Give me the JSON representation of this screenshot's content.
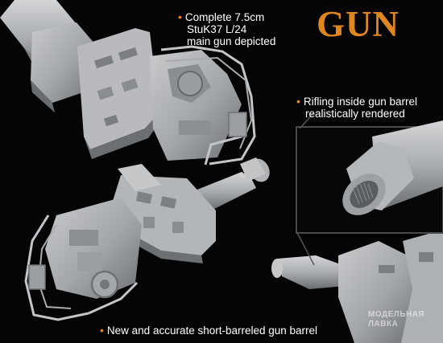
{
  "title": "GUN",
  "captions": {
    "main_gun": {
      "line1": "Complete 7.5cm",
      "line2": "StuK37 L/24",
      "line3": "main gun depicted"
    },
    "rifling": {
      "line1": "Rifling inside gun barrel",
      "line2": "realistically rendered"
    },
    "barrel": "New and accurate short-barreled gun barrel"
  },
  "bullet_symbol": "•",
  "watermark": {
    "line1": "МОДЕЛЬНАЯ",
    "line2": "ЛАВКА"
  },
  "colors": {
    "background": "#050505",
    "title": "#e0861f",
    "bullet": "#e8861e",
    "caption": "#ffffff",
    "model": "#a9acaf",
    "detail_box": "#4a4a4a"
  }
}
